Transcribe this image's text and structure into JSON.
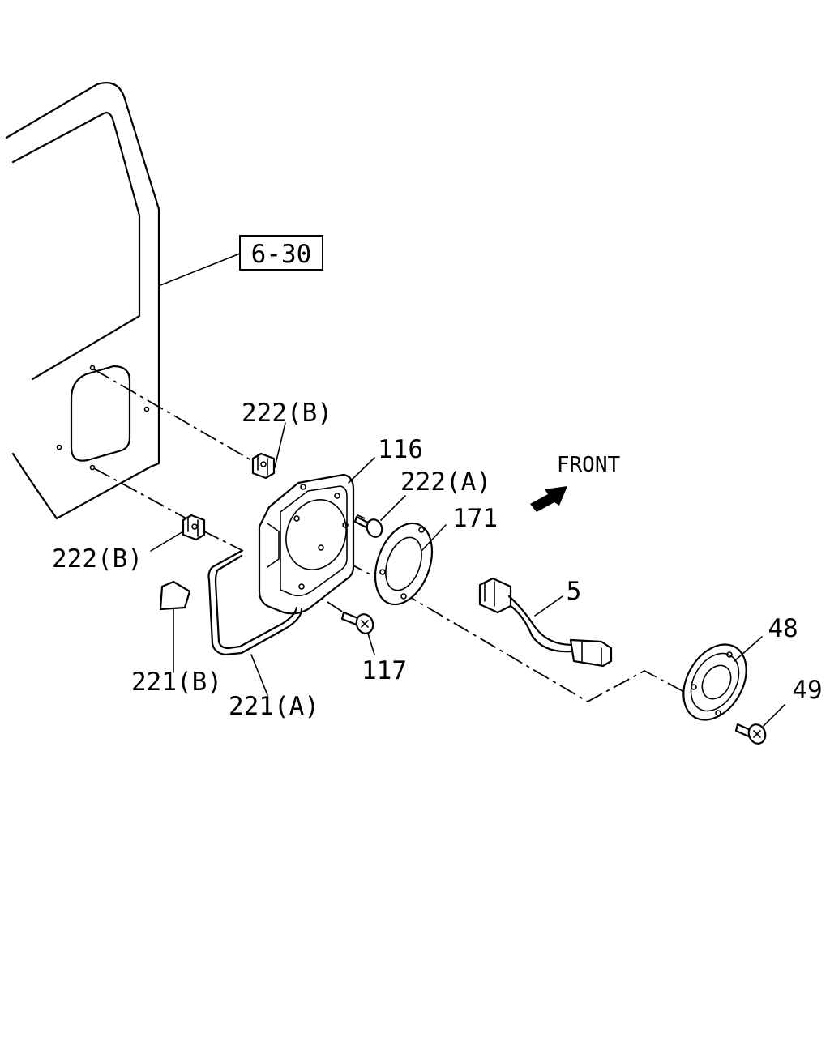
{
  "diagram": {
    "callouts": {
      "ref_box": "6-30",
      "c222b_top": "222(B)",
      "c116": "116",
      "c222a": "222(A)",
      "c171": "171",
      "c222b_left": "222(B)",
      "c221b": "221(B)",
      "c221a": "221(A)",
      "c117": "117",
      "c5": "5",
      "c48": "48",
      "c49": "49",
      "front": "FRONT"
    },
    "colors": {
      "line": "#000000",
      "background": "#ffffff"
    },
    "icons": {
      "front_arrow": "front-arrow-icon"
    }
  }
}
